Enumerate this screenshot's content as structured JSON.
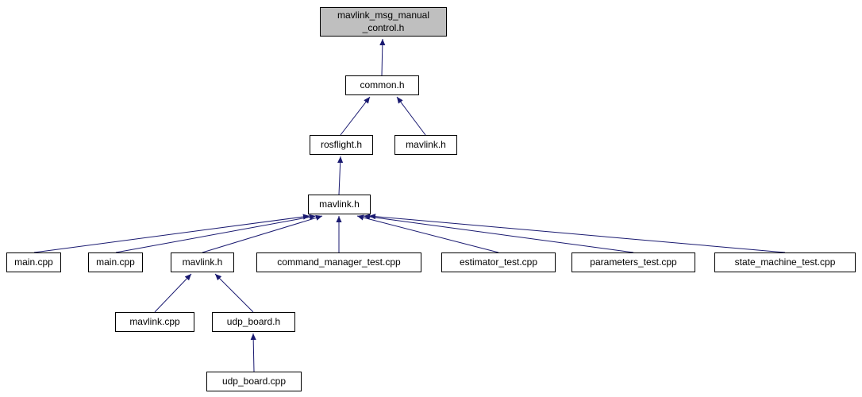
{
  "graph": {
    "kind": "include-dependency-graph",
    "nodes": {
      "root": {
        "label": "mavlink_msg_manual\n_control.h",
        "fill": "#bfbfbf"
      },
      "common_h": {
        "label": "common.h",
        "fill": "#ffffff"
      },
      "rosflight_h": {
        "label": "rosflight.h",
        "fill": "#ffffff"
      },
      "mavlink_h_1": {
        "label": "mavlink.h",
        "fill": "#ffffff"
      },
      "mavlink_h_2": {
        "label": "mavlink.h",
        "fill": "#ffffff"
      },
      "main_cpp_1": {
        "label": "main.cpp",
        "fill": "#ffffff"
      },
      "main_cpp_2": {
        "label": "main.cpp",
        "fill": "#ffffff"
      },
      "mavlink_h_3": {
        "label": "mavlink.h",
        "fill": "#ffffff"
      },
      "command_manager_test_cpp": {
        "label": "command_manager_test.cpp",
        "fill": "#ffffff"
      },
      "estimator_test_cpp": {
        "label": "estimator_test.cpp",
        "fill": "#ffffff"
      },
      "parameters_test_cpp": {
        "label": "parameters_test.cpp",
        "fill": "#ffffff"
      },
      "state_machine_test_cpp": {
        "label": "state_machine_test.cpp",
        "fill": "#ffffff"
      },
      "mavlink_cpp": {
        "label": "mavlink.cpp",
        "fill": "#ffffff"
      },
      "udp_board_h": {
        "label": "udp_board.h",
        "fill": "#ffffff"
      },
      "udp_board_cpp": {
        "label": "udp_board.cpp",
        "fill": "#ffffff"
      }
    },
    "edges": [
      {
        "from": "common_h",
        "to": "root"
      },
      {
        "from": "rosflight_h",
        "to": "common_h"
      },
      {
        "from": "mavlink_h_1",
        "to": "common_h"
      },
      {
        "from": "mavlink_h_2",
        "to": "rosflight_h"
      },
      {
        "from": "main_cpp_1",
        "to": "mavlink_h_2"
      },
      {
        "from": "main_cpp_2",
        "to": "mavlink_h_2"
      },
      {
        "from": "mavlink_h_3",
        "to": "mavlink_h_2"
      },
      {
        "from": "command_manager_test_cpp",
        "to": "mavlink_h_2"
      },
      {
        "from": "estimator_test_cpp",
        "to": "mavlink_h_2"
      },
      {
        "from": "parameters_test_cpp",
        "to": "mavlink_h_2"
      },
      {
        "from": "state_machine_test_cpp",
        "to": "mavlink_h_2"
      },
      {
        "from": "mavlink_cpp",
        "to": "mavlink_h_3"
      },
      {
        "from": "udp_board_h",
        "to": "mavlink_h_3"
      },
      {
        "from": "udp_board_cpp",
        "to": "udp_board_h"
      }
    ],
    "colors": {
      "edge": "#191970",
      "node_fill": "#ffffff",
      "root_fill": "#bfbfbf",
      "border": "#000000",
      "background": "#ffffff"
    }
  }
}
